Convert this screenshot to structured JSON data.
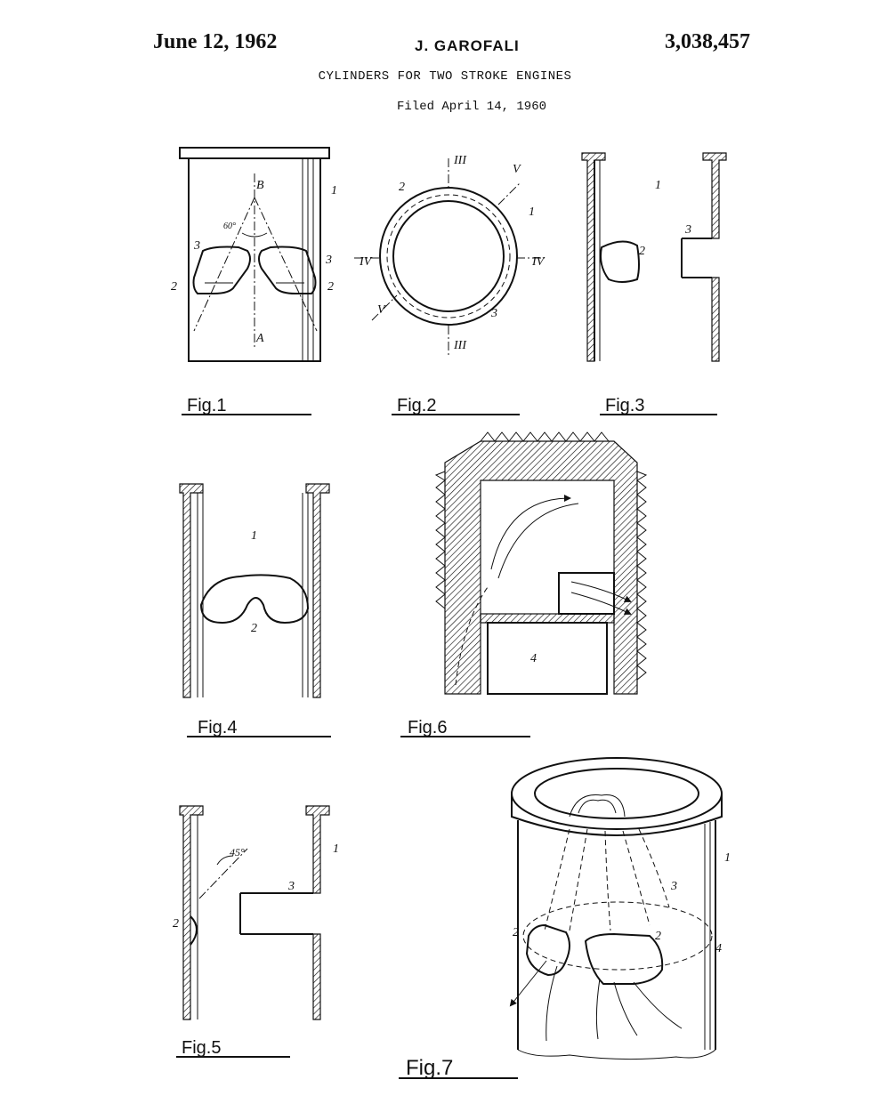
{
  "header": {
    "date": "June 12, 1962",
    "inventor": "J. GAROFALI",
    "patent_number": "3,038,457",
    "title": "CYLINDERS FOR TWO STROKE ENGINES",
    "filed": "Filed April 14, 1960"
  },
  "figures": {
    "fig1": {
      "label": "Fig.1",
      "refs": [
        "1",
        "2",
        "2",
        "3",
        "3",
        "B",
        "A",
        "60°"
      ]
    },
    "fig2": {
      "label": "Fig.2",
      "refs": [
        "1",
        "2",
        "3",
        "III",
        "III",
        "IV",
        "IV",
        "V",
        "V"
      ]
    },
    "fig3": {
      "label": "Fig.3",
      "refs": [
        "1",
        "2",
        "3"
      ]
    },
    "fig4": {
      "label": "Fig.4",
      "refs": [
        "1",
        "2"
      ]
    },
    "fig5": {
      "label": "Fig.5",
      "refs": [
        "1",
        "2",
        "3",
        "45°"
      ]
    },
    "fig6": {
      "label": "Fig.6",
      "refs": [
        "4"
      ]
    },
    "fig7": {
      "label": "Fig.7",
      "refs": [
        "1",
        "2",
        "2",
        "3",
        "4"
      ]
    }
  }
}
